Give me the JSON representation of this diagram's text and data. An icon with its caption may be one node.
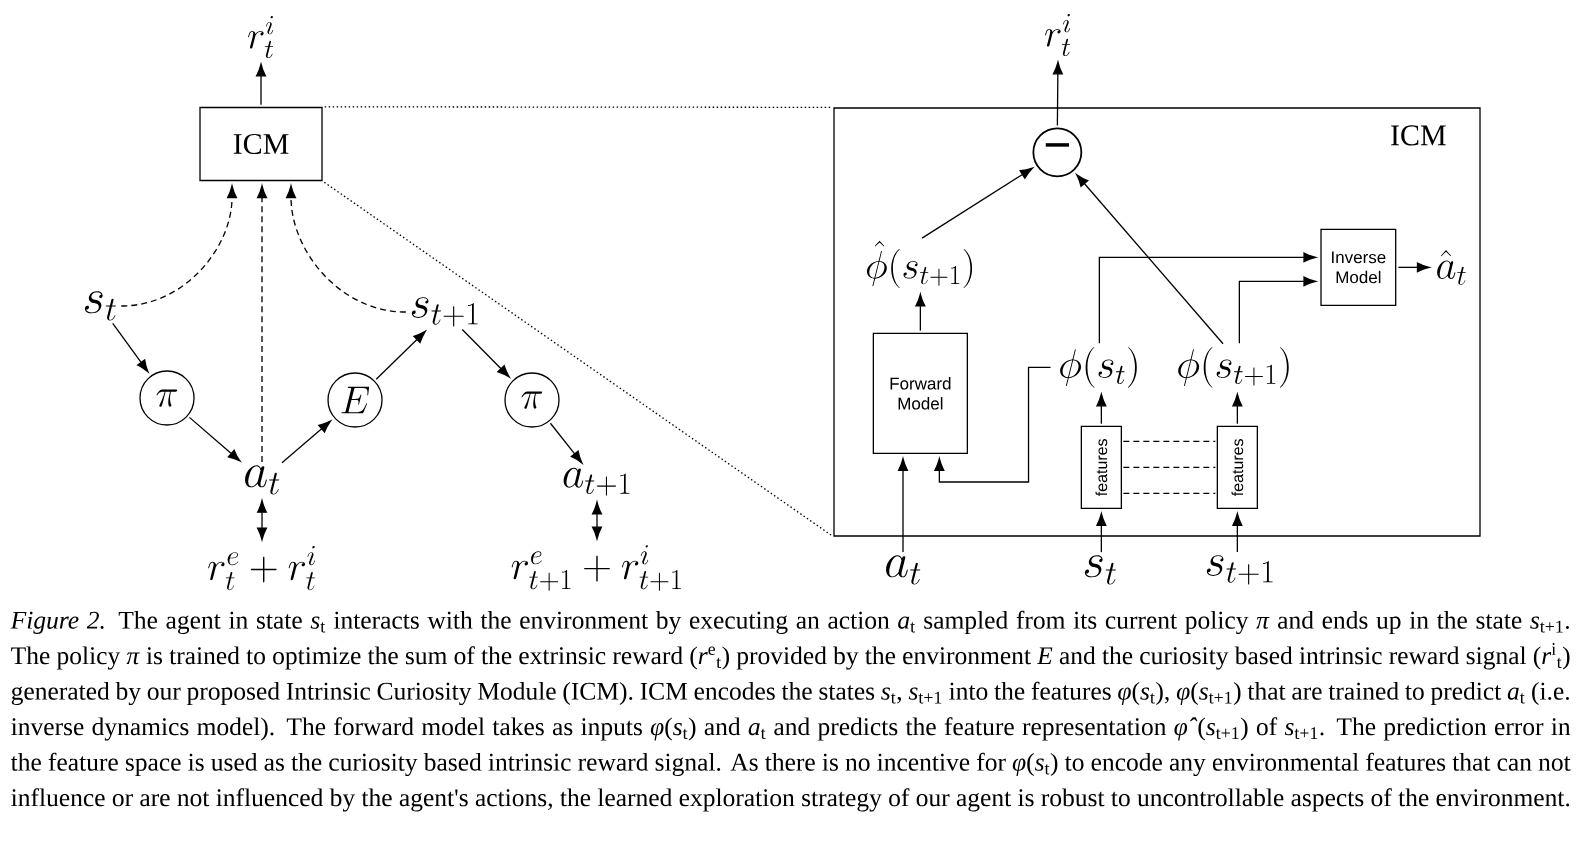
{
  "diagram": {
    "caption": "*Figure 2.* The agent in state *s*$_{t}$ interacts with the environment by executing an action *a*$_{t}$ sampled from its current policy *π* and ends up in the state *s*$_{t+1}$. The policy *π* is trained to optimize the sum of the extrinsic reward (*r*$^{e}$$_{t}$) provided by the environment *E* and the curiosity based intrinsic reward signal (*r*$^{i}$$_{t}$) generated by our proposed Intrinsic Curiosity Module (ICM). ICM encodes the states *s*$_{t}$, *s*$_{t+1}$ into the features *φ*(*s*$_{t}$), *φ*(*s*$_{t+1}$) that are trained to predict *a*$_{t}$ (i.e. inverse dynamics model). The forward model takes as inputs *φ*(*s*$_{t}$) and *a*$_{t}$ and predicts the feature representation *φ̂*(*s*$_{t+1}$) of *s*$_{t+1}$. The prediction error in the feature space is used as the curiosity based intrinsic reward signal. As there is no incentive for *φ*(*s*$_{t}$) to encode any environmental features that can not influence or are not influenced by the agent's actions, the learned exploration strategy of our agent is robust to uncontrollable aspects of the environment.",
    "nodes": [
      {
        "text": [
          "ICM"
        ]
      },
      {
        "text": [
          "r_t^i"
        ]
      },
      {
        "text": [
          "s_t"
        ]
      },
      {
        "text": [
          "\\pi"
        ]
      },
      {
        "text": [
          "a_t"
        ]
      },
      {
        "text": [
          "E"
        ]
      },
      {
        "text": [
          "s_{t+1}"
        ]
      },
      {
        "text": [
          "\\pi"
        ]
      },
      {
        "text": [
          "a_{t+1}"
        ]
      },
      {
        "text": [
          "r_t^e + r_t^i"
        ]
      },
      {
        "text": [
          "r_{t+1}^e + r_{t+1}^i"
        ]
      },
      {
        "text": [
          "ICM"
        ]
      },
      {
        "text": [
          "−"
        ],
        "in": 11
      },
      {
        "text": [
          "r_t^i"
        ]
      },
      {
        "text": [
          "\\hat{\\phi}(s_{t+1})"
        ],
        "in": 11
      },
      {
        "text": [
          "Forward Model"
        ],
        "in": 11
      },
      {
        "text": [
          "\\phi(s_t)"
        ],
        "in": 11
      },
      {
        "text": [
          "\\phi(s_{t+1})"
        ],
        "in": 11
      },
      {
        "text": [
          "features"
        ],
        "in": 11
      },
      {
        "text": [
          "features"
        ],
        "in": 11
      },
      {
        "text": [
          "Inverse Model"
        ],
        "in": 11
      },
      {
        "text": [
          "\\hat{a}_t"
        ],
        "in": 11
      },
      {
        "text": [
          "a_t"
        ]
      },
      {
        "text": [
          "s_t"
        ]
      },
      {
        "text": [
          "s_{t+1}"
        ]
      }
    ],
    "edges": [
      {
        "from": 0,
        "to": 1,
        "arrow": "to"
      },
      {
        "from": 2,
        "to": 0,
        "arrow": "to",
        "style": "dashed"
      },
      {
        "from": 4,
        "to": 0,
        "arrow": "to",
        "style": "dashed"
      },
      {
        "from": 6,
        "to": 0,
        "arrow": "to",
        "style": "dashed"
      },
      {
        "from": 2,
        "to": 3,
        "arrow": "to"
      },
      {
        "from": 3,
        "to": 4,
        "arrow": "to"
      },
      {
        "from": 4,
        "to": 5,
        "arrow": "to"
      },
      {
        "from": 5,
        "to": 6,
        "arrow": "to"
      },
      {
        "from": 6,
        "to": 7,
        "arrow": "to"
      },
      {
        "from": 7,
        "to": 8,
        "arrow": "to"
      },
      {
        "from": 4,
        "to": 9,
        "arrow": "both"
      },
      {
        "from": 8,
        "to": 10,
        "arrow": "both"
      },
      {
        "from": 12,
        "to": 13,
        "arrow": "to"
      },
      {
        "from": 14,
        "to": 12,
        "arrow": "to"
      },
      {
        "from": 17,
        "to": 12,
        "arrow": "to"
      },
      {
        "from": 15,
        "to": 14,
        "arrow": "to"
      },
      {
        "from": 16,
        "to": 20,
        "arrow": "to"
      },
      {
        "from": 17,
        "to": 20,
        "arrow": "to"
      },
      {
        "from": 20,
        "to": 21,
        "arrow": "to"
      },
      {
        "from": 18,
        "to": 16,
        "arrow": "to"
      },
      {
        "from": 19,
        "to": 17,
        "arrow": "to"
      },
      {
        "from": 16,
        "to": 15,
        "arrow": "to"
      },
      {
        "from": 22,
        "to": 15,
        "arrow": "to"
      },
      {
        "from": 23,
        "to": 18,
        "arrow": "to"
      },
      {
        "from": 24,
        "to": 19,
        "arrow": "to"
      },
      {
        "from": 18,
        "to": 19,
        "arrow": "none",
        "style": "dashed"
      },
      {
        "from": 18,
        "to": 19,
        "arrow": "none",
        "style": "dashed"
      },
      {
        "from": 18,
        "to": 19,
        "arrow": "none",
        "style": "dashed"
      },
      {
        "from": 0,
        "to": 11,
        "arrow": "none",
        "style": "dashed"
      },
      {
        "from": 0,
        "to": 11,
        "arrow": "none",
        "style": "dashed"
      }
    ]
  }
}
